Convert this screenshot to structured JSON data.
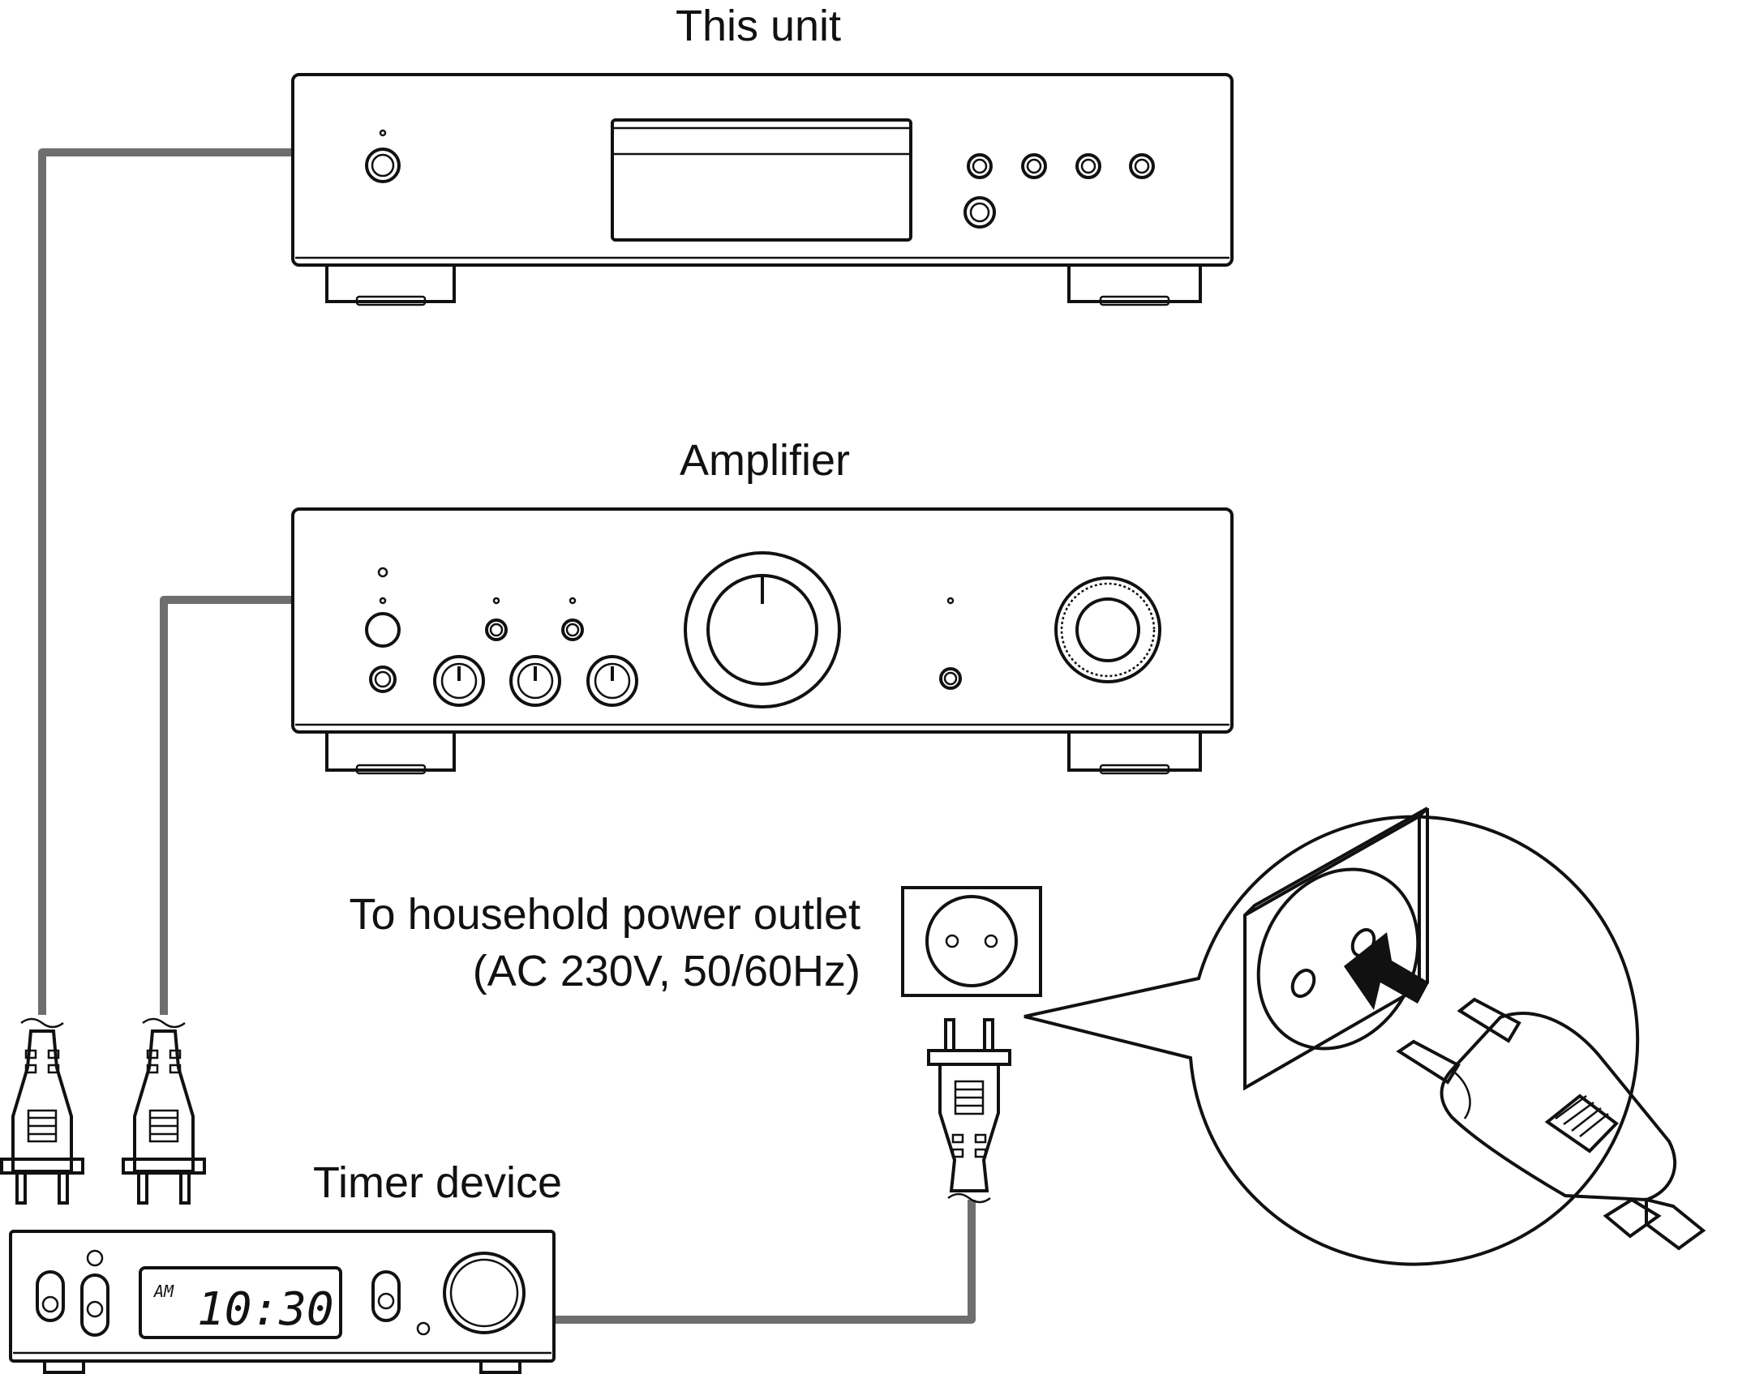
{
  "labels": {
    "this_unit": "This unit",
    "amplifier": "Amplifier",
    "outlet_line1": "To household power outlet",
    "outlet_line2": "(AC 230V, 50/60Hz)",
    "timer_device": "Timer device"
  },
  "timer_display": {
    "period": "AM",
    "time": "10:30"
  },
  "colors": {
    "line": "#111111",
    "cable": "#6e6e6e",
    "plug_fill": "#bdbdbd",
    "background": "#ffffff"
  }
}
